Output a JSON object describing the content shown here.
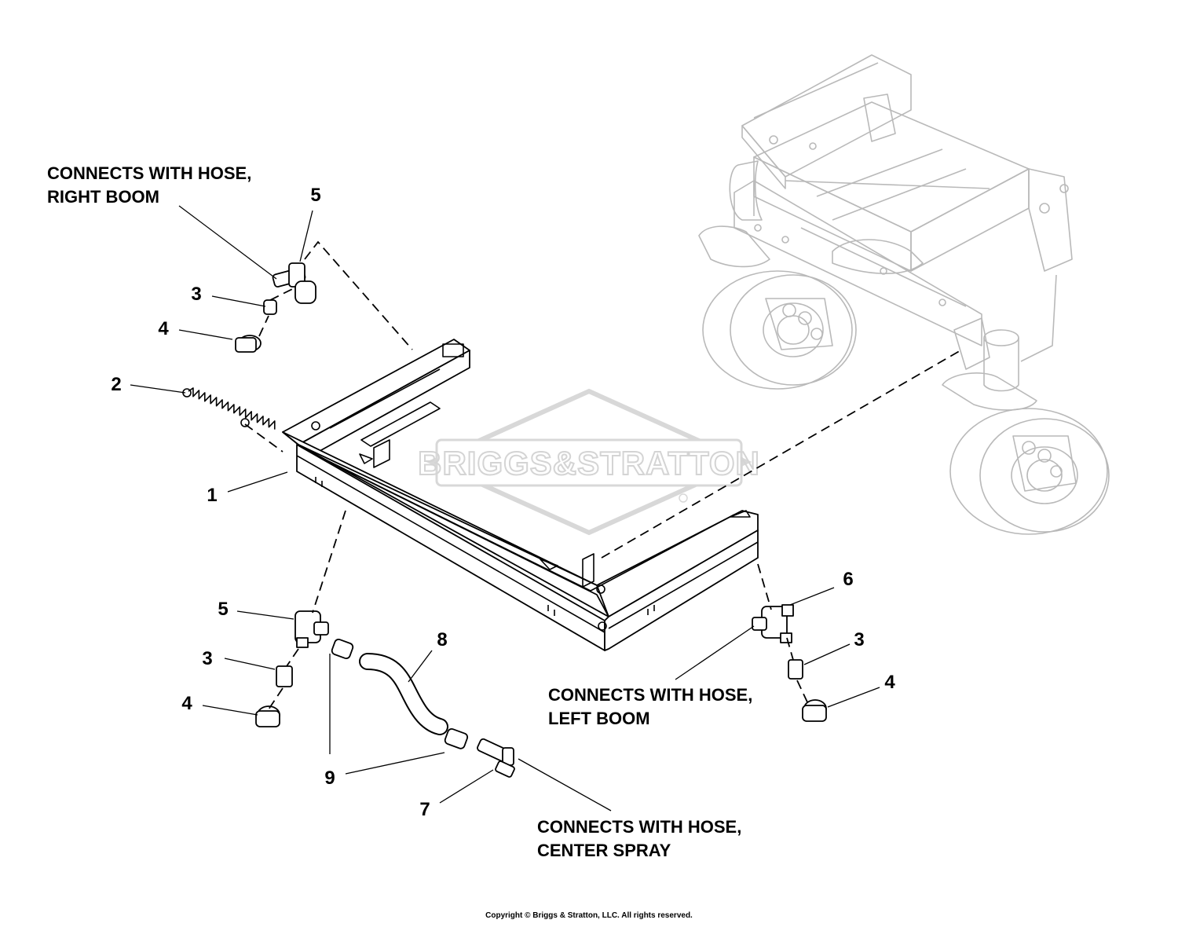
{
  "watermark": {
    "brand_text": "BRIGGS&STRATTON"
  },
  "notes": {
    "right_boom": {
      "line1": "CONNECTS WITH HOSE,",
      "line2": "RIGHT BOOM"
    },
    "left_boom": {
      "line1": "CONNECTS WITH HOSE,",
      "line2": "LEFT BOOM"
    },
    "center_spray": {
      "line1": "CONNECTS WITH HOSE,",
      "line2": "CENTER SPRAY"
    }
  },
  "callouts": {
    "c1": "1",
    "c2": "2",
    "c3_top": "3",
    "c4_top": "4",
    "c5_top": "5",
    "c5_left": "5",
    "c3_left": "3",
    "c4_left": "4",
    "c6": "6",
    "c3_right": "3",
    "c4_right": "4",
    "c7": "7",
    "c8": "8",
    "c9": "9"
  },
  "footer": {
    "copyright": "Copyright © Briggs & Stratton, LLC. All rights reserved."
  }
}
